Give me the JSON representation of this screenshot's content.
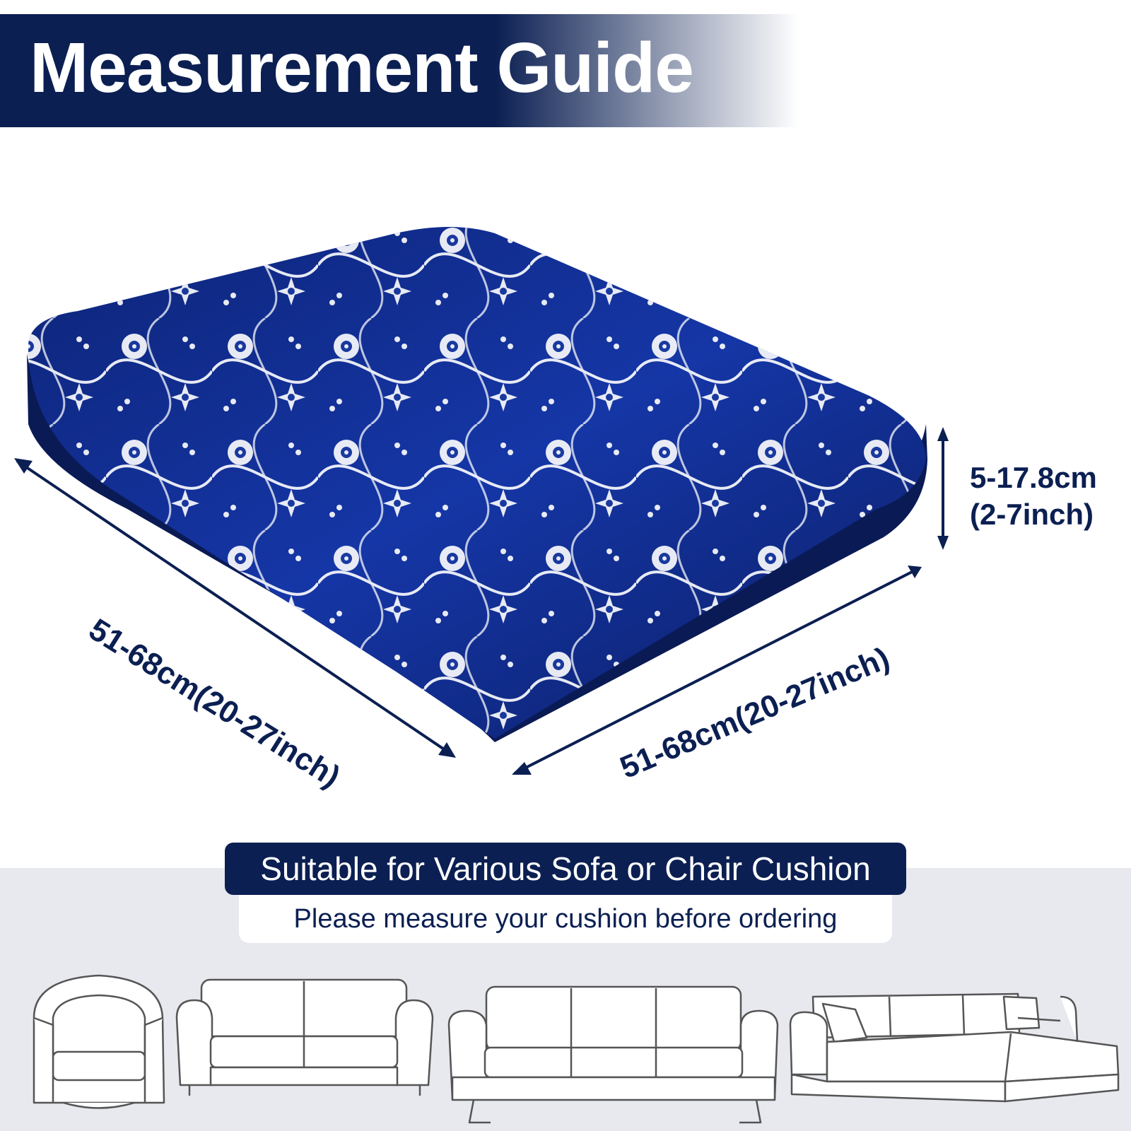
{
  "header": {
    "title": "Measurement Guide"
  },
  "dimensions": {
    "left_edge": "51-68cm(20-27inch)",
    "right_edge": "51-68cm(20-27inch)",
    "height_cm": "5-17.8cm",
    "height_inch": "(2-7inch)"
  },
  "info": {
    "suitable_title": "Suitable for Various Sofa or Chair Cushion",
    "measure_note": "Please measure your cushion before ordering"
  },
  "furniture_icons": [
    "armchair-icon",
    "loveseat-icon",
    "three-seat-sofa-icon",
    "sectional-sofa-icon"
  ],
  "colors": {
    "navy": "#0b1f52",
    "cushion_blue": "#0f2a8a",
    "panel_gray": "#e7e9ef"
  }
}
